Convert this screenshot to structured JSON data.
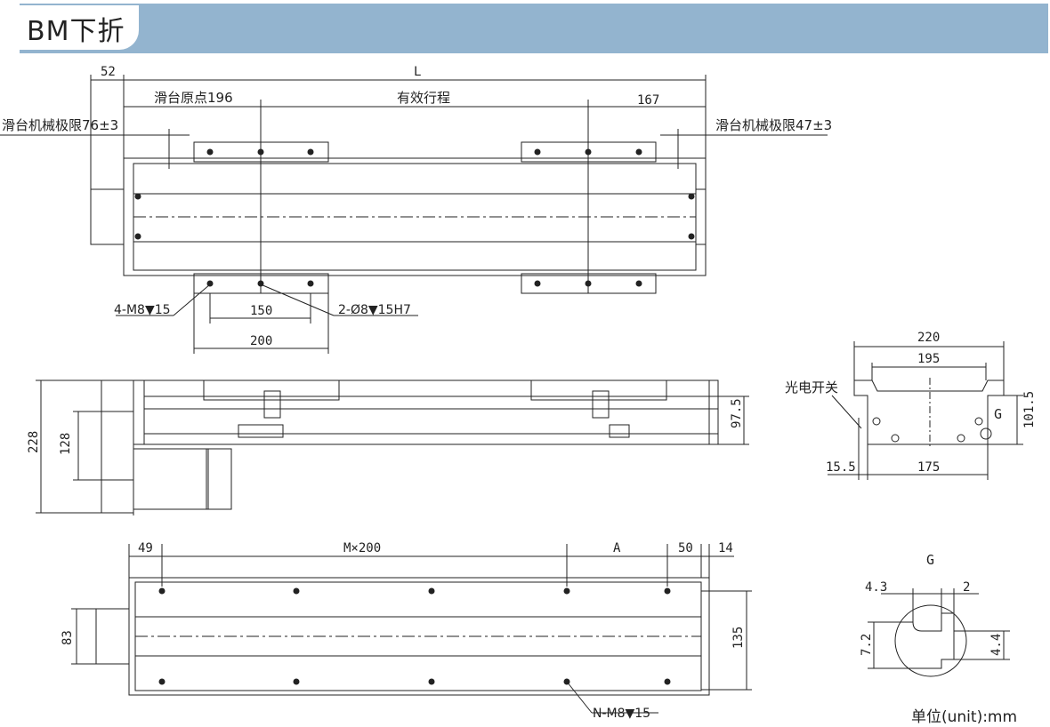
{
  "header": {
    "title": "BM下折"
  },
  "top_view": {
    "dim_52": "52",
    "dim_L": "L",
    "slide_origin": "滑台原点196",
    "effective_stroke": "有效行程",
    "dim_167": "167",
    "limit_left": "滑台机械极限76±3",
    "limit_right": "滑台机械极限47±3",
    "hole_m8": "4-M8▼15",
    "dim_150": "150",
    "pin_hole": "2-Ø8▼15H7",
    "dim_200": "200"
  },
  "side_view": {
    "dim_228": "228",
    "dim_128": "128",
    "dim_97_5": "97.5"
  },
  "end_view": {
    "dim_220": "220",
    "dim_195": "195",
    "photo_switch": "光电开关",
    "dim_101_5": "101.5",
    "label_g": "G",
    "dim_15_5": "15.5",
    "dim_175": "175"
  },
  "bottom_view": {
    "dim_49": "49",
    "dim_mx200": "M×200",
    "dim_A": "A",
    "dim_50": "50",
    "dim_14": "14",
    "dim_83": "83",
    "dim_135": "135",
    "hole_n": "N-M8▼15"
  },
  "detail_g": {
    "title": "G",
    "dim_4_3": "4.3",
    "dim_2": "2",
    "dim_7_2": "7.2",
    "dim_4_4": "4.4"
  },
  "unit_note": "单位(unit):mm"
}
